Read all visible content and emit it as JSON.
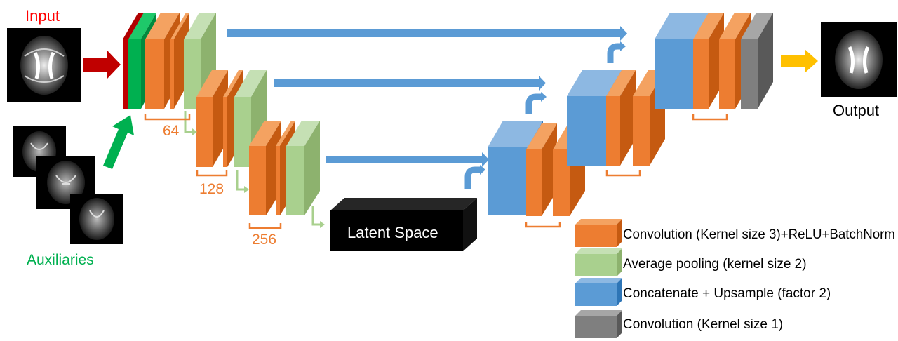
{
  "labels": {
    "input": "Input",
    "auxiliaries": "Auxiliaries",
    "output": "Output",
    "latent_space": "Latent Space"
  },
  "channel_sizes": [
    "64",
    "128",
    "256"
  ],
  "legend": [
    {
      "label": "Convolution (Kernel size 3)+ReLU+BatchNorm",
      "color": "#ED7D31"
    },
    {
      "label": "Average pooling (kernel size 2)",
      "color": "#A9D08E"
    },
    {
      "label": "Concatenate + Upsample  (factor 2)",
      "color": "#5B9BD5"
    },
    {
      "label": "Convolution (Kernel size 1)",
      "color": "#7F7F7F"
    }
  ],
  "colors": {
    "input_red": "#C00000",
    "auxiliary_green": "#00B050",
    "conv_orange": "#ED7D31",
    "pool_green": "#A9D08E",
    "upsample_blue": "#5B9BD5",
    "final_gray": "#7F7F7F",
    "output_arrow": "#FFC000",
    "latent": "#000000"
  }
}
